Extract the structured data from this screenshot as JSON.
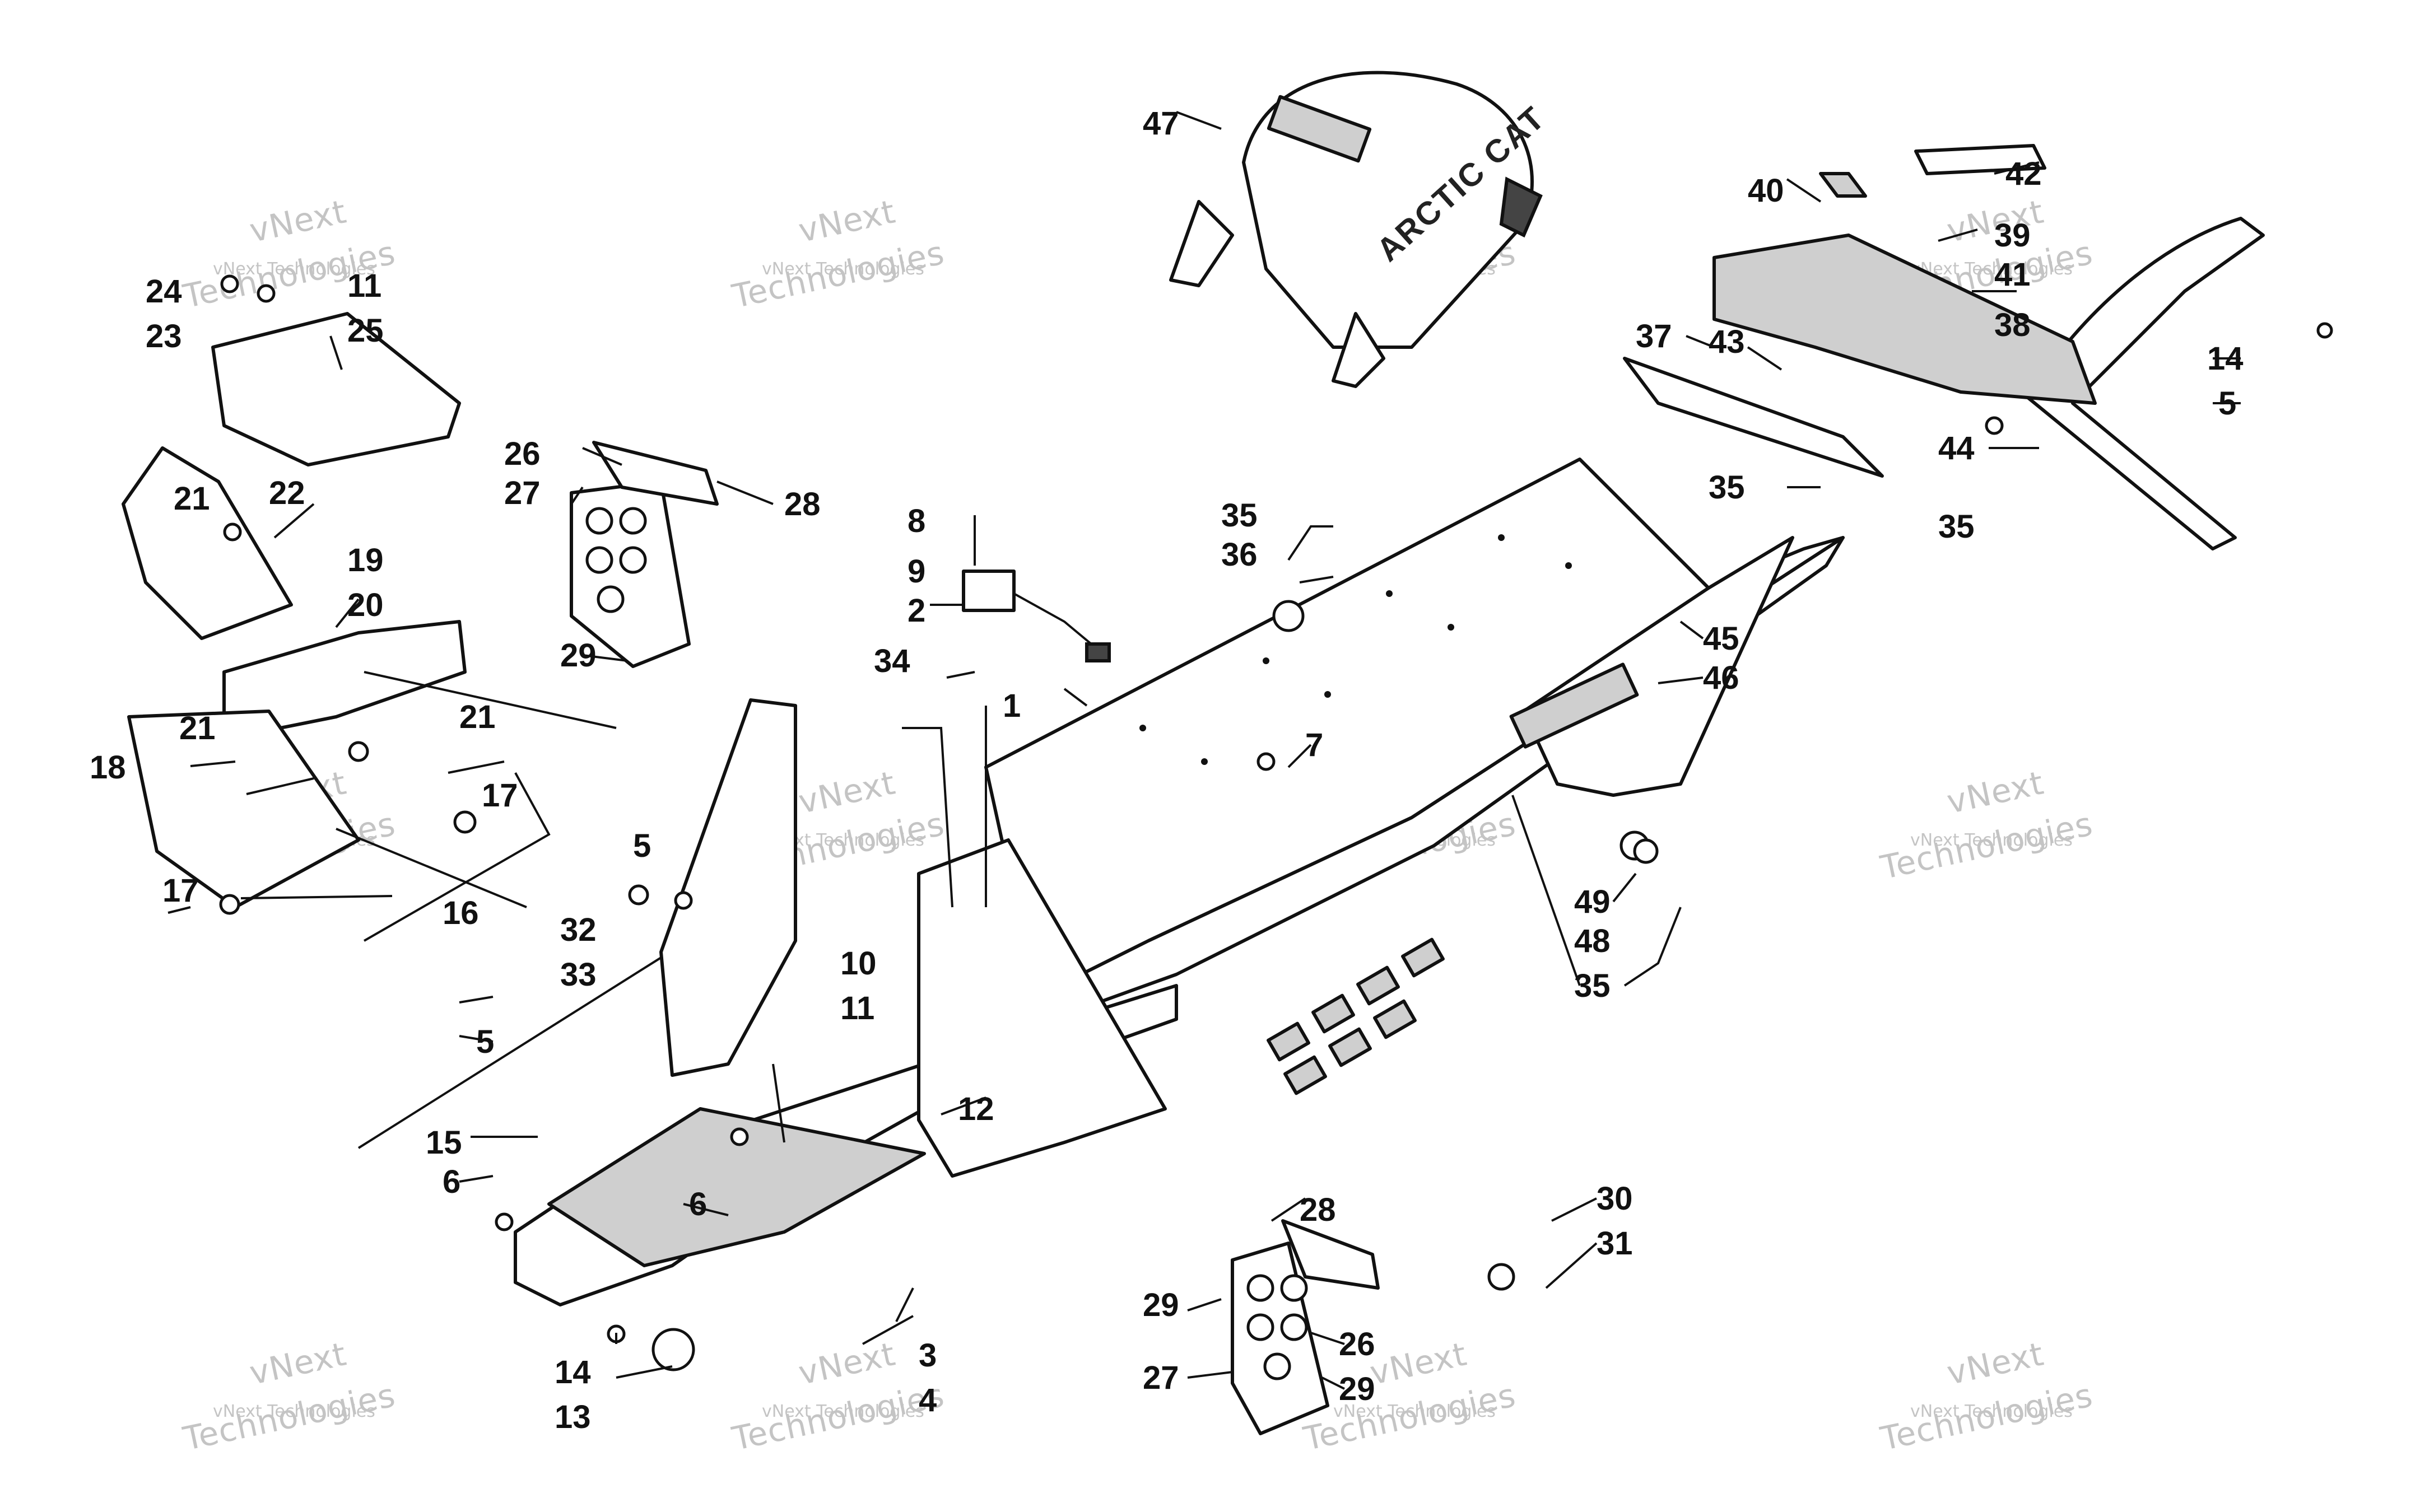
{
  "watermark": {
    "line1": "vNext",
    "line2": "Technologies",
    "line3": "vNext Technologies"
  },
  "brand_decal": "ARCTIC CAT",
  "callouts": [
    "1",
    "2",
    "3",
    "4",
    "5",
    "6",
    "7",
    "8",
    "9",
    "10",
    "11",
    "12",
    "13",
    "14",
    "15",
    "16",
    "17",
    "18",
    "19",
    "20",
    "21",
    "22",
    "23",
    "24",
    "25",
    "26",
    "27",
    "28",
    "29",
    "30",
    "31",
    "32",
    "33",
    "34",
    "35",
    "36",
    "37",
    "38",
    "39",
    "40",
    "41",
    "42",
    "43",
    "44",
    "45",
    "46",
    "47",
    "48",
    "49"
  ]
}
